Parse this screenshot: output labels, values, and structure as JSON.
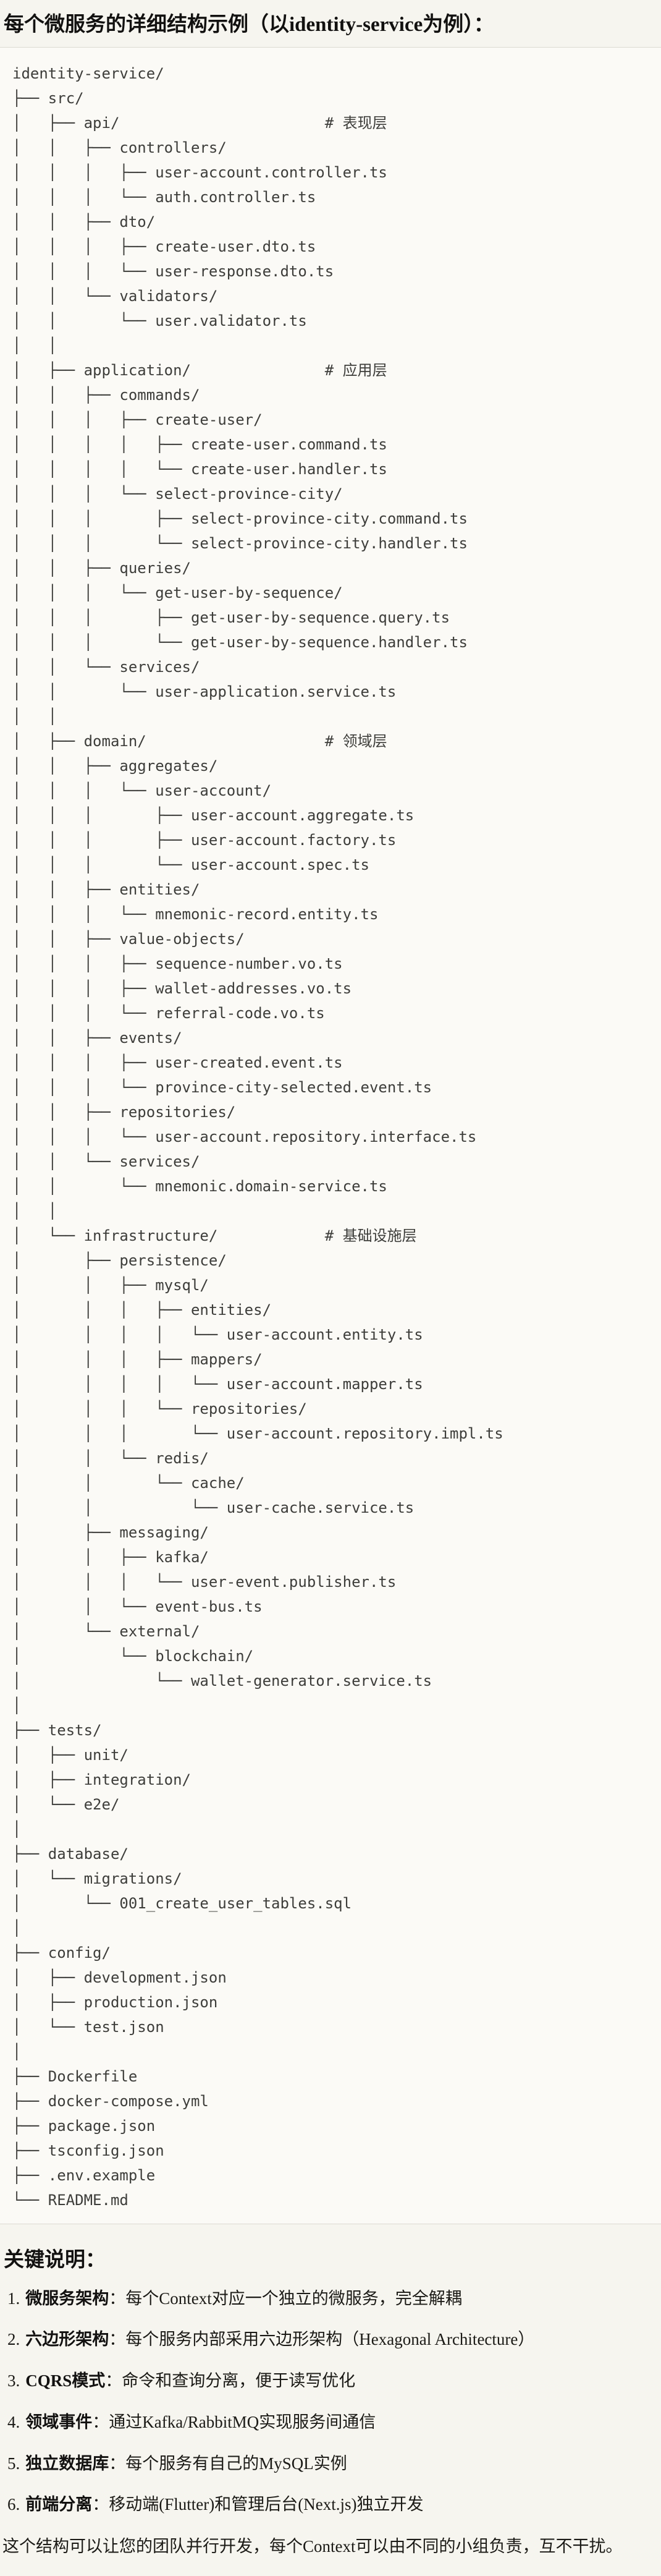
{
  "title": "每个微服务的详细结构示例（以identity-service为例）：",
  "tree": {
    "lines": [
      "identity-service/",
      "├── src/",
      "│   ├── api/                       # 表现层",
      "│   │   ├── controllers/",
      "│   │   │   ├── user-account.controller.ts",
      "│   │   │   └── auth.controller.ts",
      "│   │   ├── dto/",
      "│   │   │   ├── create-user.dto.ts",
      "│   │   │   └── user-response.dto.ts",
      "│   │   └── validators/",
      "│   │       └── user.validator.ts",
      "│   │",
      "│   ├── application/               # 应用层",
      "│   │   ├── commands/",
      "│   │   │   ├── create-user/",
      "│   │   │   │   ├── create-user.command.ts",
      "│   │   │   │   └── create-user.handler.ts",
      "│   │   │   └── select-province-city/",
      "│   │   │       ├── select-province-city.command.ts",
      "│   │   │       └── select-province-city.handler.ts",
      "│   │   ├── queries/",
      "│   │   │   └── get-user-by-sequence/",
      "│   │   │       ├── get-user-by-sequence.query.ts",
      "│   │   │       └── get-user-by-sequence.handler.ts",
      "│   │   └── services/",
      "│   │       └── user-application.service.ts",
      "│   │",
      "│   ├── domain/                    # 领域层",
      "│   │   ├── aggregates/",
      "│   │   │   └── user-account/",
      "│   │   │       ├── user-account.aggregate.ts",
      "│   │   │       ├── user-account.factory.ts",
      "│   │   │       └── user-account.spec.ts",
      "│   │   ├── entities/",
      "│   │   │   └── mnemonic-record.entity.ts",
      "│   │   ├── value-objects/",
      "│   │   │   ├── sequence-number.vo.ts",
      "│   │   │   ├── wallet-addresses.vo.ts",
      "│   │   │   └── referral-code.vo.ts",
      "│   │   ├── events/",
      "│   │   │   ├── user-created.event.ts",
      "│   │   │   └── province-city-selected.event.ts",
      "│   │   ├── repositories/",
      "│   │   │   └── user-account.repository.interface.ts",
      "│   │   └── services/",
      "│   │       └── mnemonic.domain-service.ts",
      "│   │",
      "│   └── infrastructure/            # 基础设施层",
      "│       ├── persistence/",
      "│       │   ├── mysql/",
      "│       │   │   ├── entities/",
      "│       │   │   │   └── user-account.entity.ts",
      "│       │   │   ├── mappers/",
      "│       │   │   │   └── user-account.mapper.ts",
      "│       │   │   └── repositories/",
      "│       │   │       └── user-account.repository.impl.ts",
      "│       │   └── redis/",
      "│       │       └── cache/",
      "│       │           └── user-cache.service.ts",
      "│       ├── messaging/",
      "│       │   ├── kafka/",
      "│       │   │   └── user-event.publisher.ts",
      "│       │   └── event-bus.ts",
      "│       └── external/",
      "│           └── blockchain/",
      "│               └── wallet-generator.service.ts",
      "│",
      "├── tests/",
      "│   ├── unit/",
      "│   ├── integration/",
      "│   └── e2e/",
      "│",
      "├── database/",
      "│   └── migrations/",
      "│       └── 001_create_user_tables.sql",
      "│",
      "├── config/",
      "│   ├── development.json",
      "│   ├── production.json",
      "│   └── test.json",
      "│",
      "├── Dockerfile",
      "├── docker-compose.yml",
      "├── package.json",
      "├── tsconfig.json",
      "├── .env.example",
      "└── README.md"
    ]
  },
  "notes": {
    "heading": "关键说明：",
    "items": [
      {
        "num": "1.",
        "label": "微服务架构",
        "desc": "：每个Context对应一个独立的微服务，完全解耦"
      },
      {
        "num": "2.",
        "label": "六边形架构",
        "desc": "：每个服务内部采用六边形架构（Hexagonal Architecture）"
      },
      {
        "num": "3.",
        "label": "CQRS模式",
        "desc": "：命令和查询分离，便于读写优化"
      },
      {
        "num": "4.",
        "label": "领域事件",
        "desc": "：通过Kafka/RabbitMQ实现服务间通信"
      },
      {
        "num": "5.",
        "label": "独立数据库",
        "desc": "：每个服务有自己的MySQL实例"
      },
      {
        "num": "6.",
        "label": "前端分离",
        "desc": "：移动端(Flutter)和管理后台(Next.js)独立开发"
      }
    ]
  },
  "closing": "这个结构可以让您的团队并行开发，每个Context可以由不同的小组负责，互不干扰。",
  "colors": {
    "page_bg": "#f6f5ef",
    "code_block_bg": "#fbfaf6",
    "code_block_border": "#dcdad2",
    "code_text": "#3d3d3a",
    "body_text": "#1b1a16",
    "heading_text": "#121110"
  }
}
